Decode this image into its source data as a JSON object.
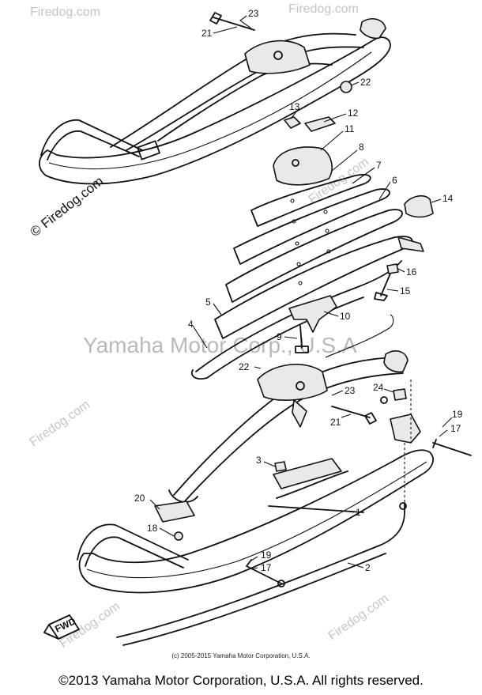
{
  "watermark": {
    "brand": "Firedog.com",
    "brand_copyright": "© Firedog.com",
    "center": "Yamaha Motor Corp., U.S.A"
  },
  "callouts": [
    {
      "label": "23"
    },
    {
      "label": "21"
    },
    {
      "label": "22"
    },
    {
      "label": "13"
    },
    {
      "label": "12"
    },
    {
      "label": "11"
    },
    {
      "label": "8"
    },
    {
      "label": "7"
    },
    {
      "label": "6"
    },
    {
      "label": "14"
    },
    {
      "label": "16"
    },
    {
      "label": "15"
    },
    {
      "label": "5"
    },
    {
      "label": "4"
    },
    {
      "label": "9"
    },
    {
      "label": "10"
    },
    {
      "label": "22"
    },
    {
      "label": "23"
    },
    {
      "label": "24"
    },
    {
      "label": "21"
    },
    {
      "label": "19"
    },
    {
      "label": "17"
    },
    {
      "label": "3"
    },
    {
      "label": "20"
    },
    {
      "label": "1"
    },
    {
      "label": "18"
    },
    {
      "label": "19"
    },
    {
      "label": "17"
    },
    {
      "label": "2"
    }
  ],
  "fwd_badge": "FWD",
  "caption": "(c) 2005-2015 Yamaha Motor Corporation, U.S.A.",
  "footer": "©2013 Yamaha Motor Corporation, U.S.A. All rights reserved."
}
